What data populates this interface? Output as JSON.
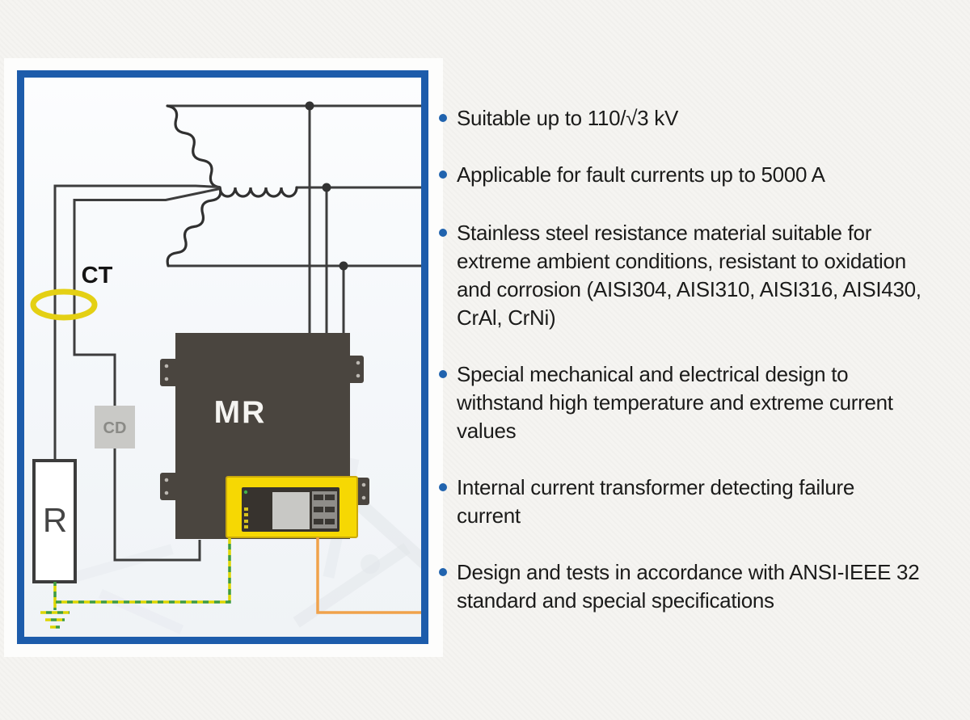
{
  "page": {
    "background": "#f5f4f1"
  },
  "diagram": {
    "labels": {
      "ct": "CT",
      "cd": "CD",
      "mr": "MR",
      "r": "R"
    },
    "colors": {
      "frame_blue": "#1d5cab",
      "wire_dark": "#3d3d3d",
      "mr_box": "#4a453f",
      "panel_yellow": "#f6d803",
      "ct_ring_yellow": "#e4d014",
      "orange_wire": "#f0a24b",
      "earth_yellow": "#ddd600",
      "earth_green": "#3f9b3f",
      "bullet_blue": "#2063ae"
    }
  },
  "bullets": [
    {
      "lines": [
        "Suitable up to 110/√3 kV"
      ]
    },
    {
      "lines": [
        "Applicable for fault currents up to 5000 A"
      ]
    },
    {
      "lines": [
        "Stainless steel resistance material suitable for",
        "extreme ambient conditions, resistant to oxidation",
        "and corrosion (AISI304, AISI310, AISI316, AISI430,",
        "CrAl, CrNi)"
      ]
    },
    {
      "lines": [
        "Special mechanical and electrical design to",
        "withstand high temperature and extreme current",
        "values"
      ]
    },
    {
      "lines": [
        "Internal current transformer detecting failure",
        "current"
      ]
    },
    {
      "lines": [
        "Design and tests in accordance with ANSI-IEEE 32",
        "standard and special specifications"
      ]
    }
  ]
}
